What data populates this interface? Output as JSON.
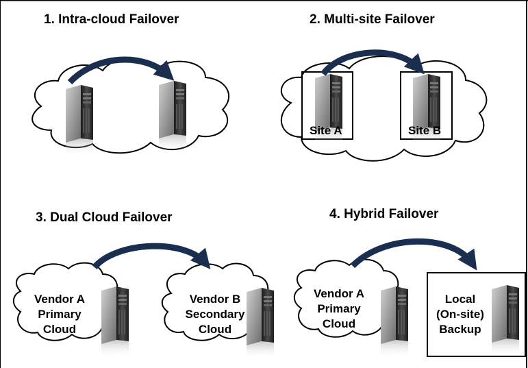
{
  "panel1": {
    "title": "1. Intra-cloud Failover"
  },
  "panel2": {
    "title": "2. Multi-site Failover",
    "site_a": "Site A",
    "site_b": "Site B"
  },
  "panel3": {
    "title": "3. Dual Cloud Failover",
    "cloud_a": [
      "Vendor A",
      "Primary",
      "Cloud"
    ],
    "cloud_b": [
      "Vendor B",
      "Secondary",
      "Cloud"
    ]
  },
  "panel4": {
    "title": "4. Hybrid Failover",
    "cloud_a": [
      "Vendor A",
      "Primary",
      "Cloud"
    ],
    "local": [
      "Local",
      "(On-site)",
      "Backup"
    ]
  },
  "colors": {
    "arrow": "#1f3a5f",
    "outline": "#000000",
    "server_dark": "#2a2a2a",
    "server_light": "#9a9a9a"
  }
}
